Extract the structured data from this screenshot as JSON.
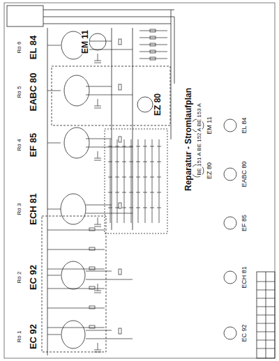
{
  "diagram": {
    "title": "Reparatur - Stromlaufplan",
    "labels": [
      "Rö 1",
      "EC 92",
      "Rö 2",
      "EC 92",
      "Rö 3",
      "ECH 81",
      "Rö 4",
      "EF 85",
      "Rö 5",
      "EABC 80",
      "Rö 6",
      "EL 84",
      "EM 11",
      "EZ 80",
      "BE 151 A  BE 152 A  BE 153 A",
      "EZ 80",
      "EM 11",
      "EC 92",
      "ECH 81",
      "EF 85",
      "EABC 80",
      "EL 84"
    ]
  }
}
